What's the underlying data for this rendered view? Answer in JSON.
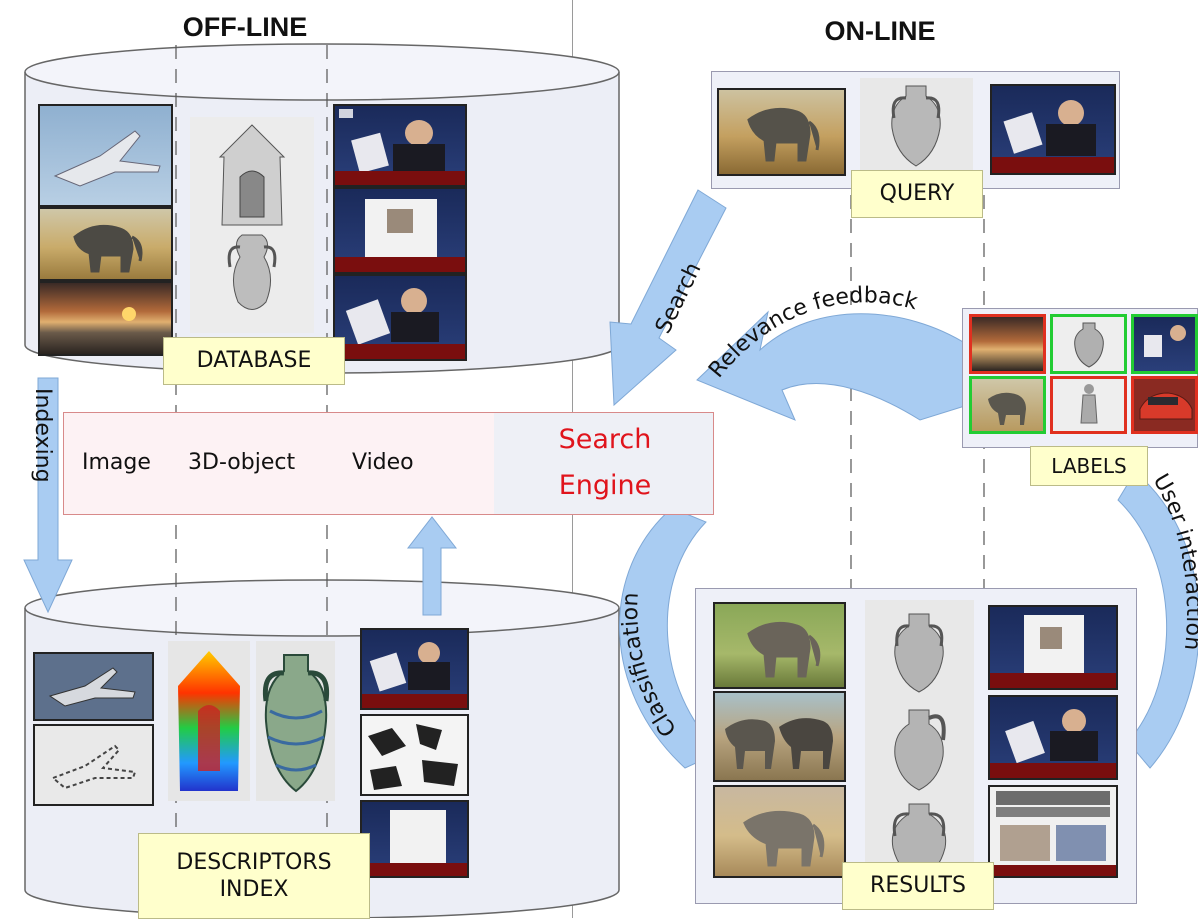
{
  "titles": {
    "offline": "OFF-LINE",
    "online": "ON-LINE"
  },
  "labels": {
    "database": "DATABASE",
    "descriptors_line1": "DESCRIPTORS",
    "descriptors_line2": "INDEX",
    "query": "QUERY",
    "labels": "LABELS",
    "results": "RESULTS"
  },
  "engine": {
    "image": "Image",
    "object3d": "3D-object",
    "video": "Video",
    "search_line1": "Search",
    "search_line2": "Engine"
  },
  "arrows": {
    "indexing": "Indexing",
    "search": "Search",
    "relevance_feedback": "Relevance feedback",
    "classification": "Classification",
    "user_interaction": "User interaction"
  },
  "colors": {
    "arrow_fill": "#a9ccf2",
    "label_fill": "#ffffcc",
    "engine_text": "#e0141c",
    "negative_border": "#e03020",
    "positive_border": "#22cc33"
  }
}
